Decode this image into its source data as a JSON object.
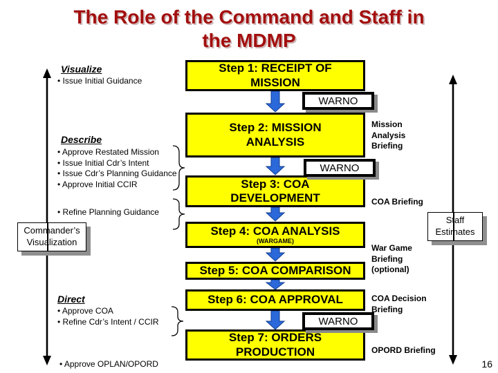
{
  "colors": {
    "title_red": "#A30F0F",
    "box_yellow": "#FFFF00",
    "arrow_blue": "#2B68D9",
    "shadow_gray": "#8a8a8a"
  },
  "title": {
    "line1": "The Role of the Command and Staff in",
    "line2": "the MDMP"
  },
  "left_panel": {
    "visualize": {
      "heading": "Visualize",
      "bullets": [
        "Issue Initial Guidance"
      ]
    },
    "describe": {
      "heading": "Describe",
      "bullets": [
        "Approve Restated Mission",
        "Issue Initial Cdr’s Intent",
        "Issue Cdr’s Planning Guidance",
        "Approve Initial CCIR"
      ]
    },
    "refine_bullet": "Refine Planning Guidance",
    "commanders_box": {
      "line1": "Commander’s",
      "line2": "Visualization"
    },
    "direct": {
      "heading": "Direct",
      "bullets": [
        "Approve COA",
        "Refine Cdr’s Intent / CCIR"
      ]
    },
    "bottom_bullet": "Approve OPLAN/OPORD"
  },
  "process": {
    "warno": "WARNO",
    "steps": [
      {
        "line1": "Step 1: RECEIPT OF",
        "line2": "MISSION"
      },
      {
        "line1": "Step 2: MISSION",
        "line2": "ANALYSIS"
      },
      {
        "line1": "Step 3: COA",
        "line2": "DEVELOPMENT"
      },
      {
        "line1": "Step 4: COA ANALYSIS",
        "sub": "(WARGAME)"
      },
      {
        "line1": "Step 5: COA COMPARISON"
      },
      {
        "line1": "Step 6: COA APPROVAL"
      },
      {
        "line1": "Step 7: ORDERS",
        "line2": "PRODUCTION"
      }
    ]
  },
  "right_panel": {
    "mission_analysis_briefing": "Mission Analysis Briefing",
    "coa_briefing": "COA Briefing",
    "staff_estimates_box": {
      "line1": "Staff",
      "line2": "Estimates"
    },
    "war_game_briefing": "War Game Briefing (optional)",
    "coa_decision_briefing": "COA Decision Briefing",
    "opord_briefing": "OPORD Briefing"
  },
  "page_number": "16"
}
